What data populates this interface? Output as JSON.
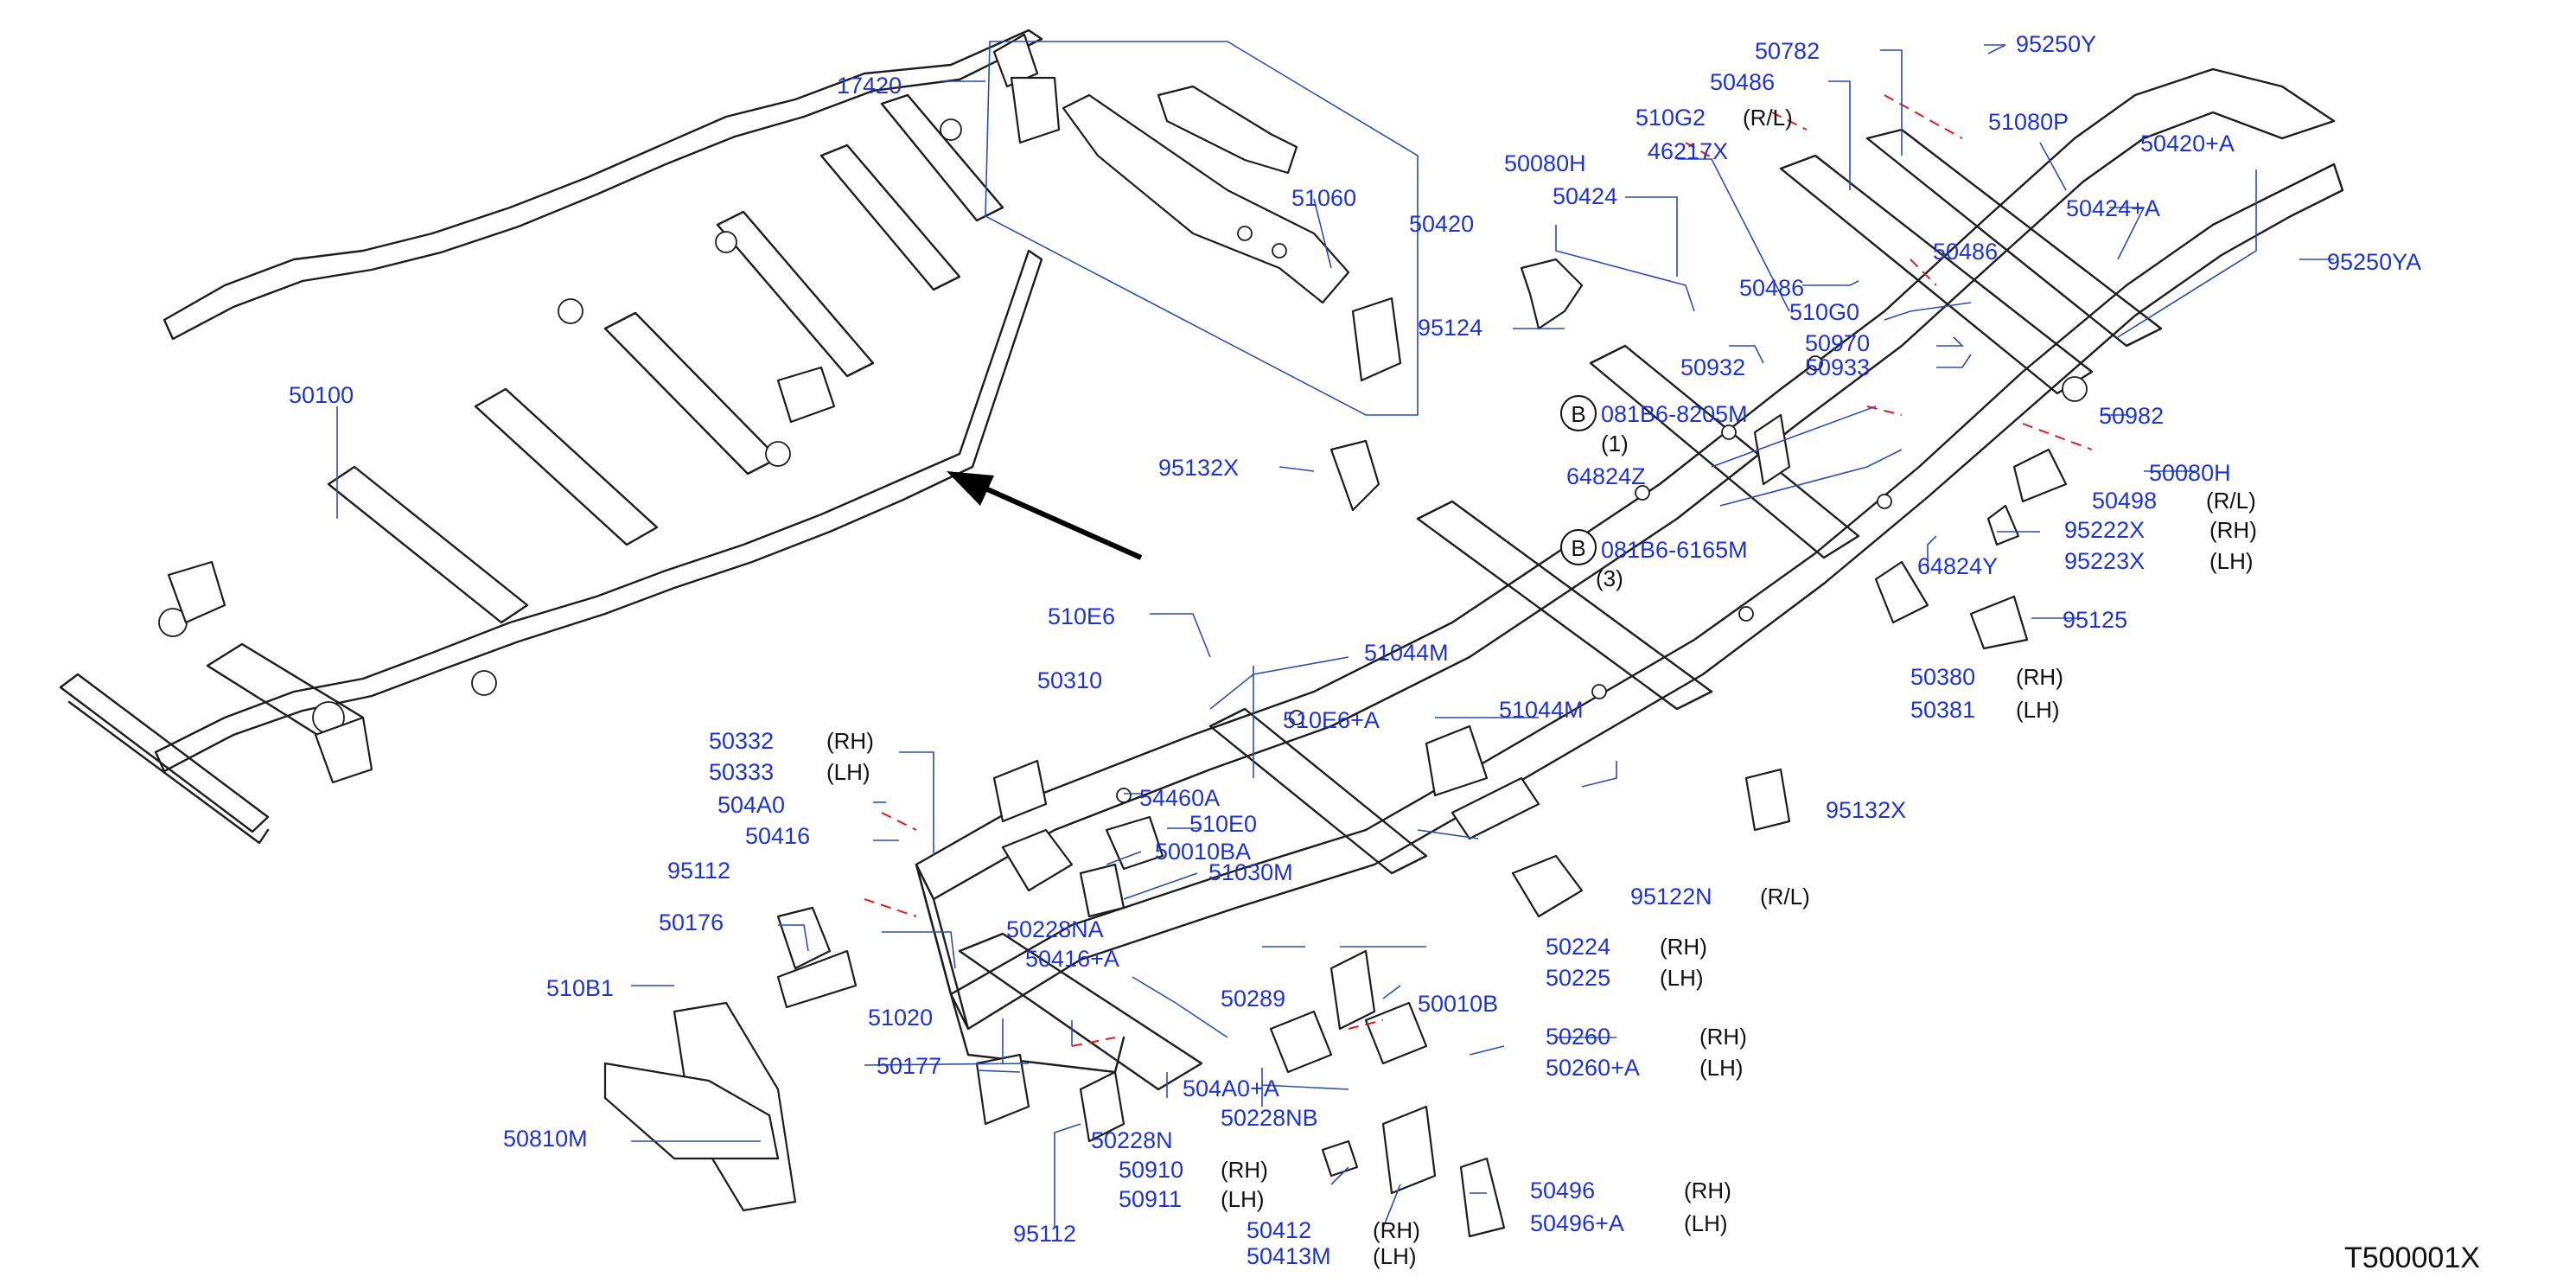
{
  "diagram": {
    "code": "T500001X",
    "callout_letter": "B",
    "parts": [
      {
        "id": "p50782",
        "number": "50782"
      },
      {
        "id": "p95250Y",
        "number": "95250Y"
      },
      {
        "id": "p50486a",
        "number": "50486"
      },
      {
        "id": "p510G2",
        "number": "510G2"
      },
      {
        "id": "p51080P",
        "number": "51080P"
      },
      {
        "id": "p17420",
        "number": "17420"
      },
      {
        "id": "p46217X",
        "number": "46217X"
      },
      {
        "id": "p50420A",
        "number": "50420+A"
      },
      {
        "id": "p50080Ha",
        "number": "50080H"
      },
      {
        "id": "p50424",
        "number": "50424"
      },
      {
        "id": "p50424A",
        "number": "50424+A"
      },
      {
        "id": "p50420",
        "number": "50420"
      },
      {
        "id": "p51060",
        "number": "51060"
      },
      {
        "id": "p50486b",
        "number": "50486"
      },
      {
        "id": "p95250YA",
        "number": "95250YA"
      },
      {
        "id": "p50486c",
        "number": "50486"
      },
      {
        "id": "p510G0",
        "number": "510G0"
      },
      {
        "id": "p95124",
        "number": "95124"
      },
      {
        "id": "p50970",
        "number": "50970"
      },
      {
        "id": "p50932",
        "number": "50932"
      },
      {
        "id": "p50933",
        "number": "50933"
      },
      {
        "id": "p50100",
        "number": "50100"
      },
      {
        "id": "p081B6_8205M",
        "number": "081B6-8205M"
      },
      {
        "id": "p50982",
        "number": "50982"
      },
      {
        "id": "p95132Xa",
        "number": "95132X"
      },
      {
        "id": "p64824Z",
        "number": "64824Z"
      },
      {
        "id": "p50080Hb",
        "number": "50080H"
      },
      {
        "id": "p50498",
        "number": "50498"
      },
      {
        "id": "p95222X",
        "number": "95222X"
      },
      {
        "id": "p081B6_6165M",
        "number": "081B6-6165M"
      },
      {
        "id": "p95223X",
        "number": "95223X"
      },
      {
        "id": "p64824Y",
        "number": "64824Y"
      },
      {
        "id": "p510E6",
        "number": "510E6"
      },
      {
        "id": "p95125",
        "number": "95125"
      },
      {
        "id": "p51044Ma",
        "number": "51044M"
      },
      {
        "id": "p50380",
        "number": "50380"
      },
      {
        "id": "p50310",
        "number": "50310"
      },
      {
        "id": "p50381",
        "number": "50381"
      },
      {
        "id": "p510E6A",
        "number": "510E6+A"
      },
      {
        "id": "p51044Mb",
        "number": "51044M"
      },
      {
        "id": "p50332",
        "number": "50332"
      },
      {
        "id": "p50333",
        "number": "50333"
      },
      {
        "id": "p54460A",
        "number": "54460A"
      },
      {
        "id": "p95132Xb",
        "number": "95132X"
      },
      {
        "id": "p504A0",
        "number": "504A0"
      },
      {
        "id": "p510E0",
        "number": "510E0"
      },
      {
        "id": "p50416",
        "number": "50416"
      },
      {
        "id": "p50010BA",
        "number": "50010BA"
      },
      {
        "id": "p95112a",
        "number": "95112"
      },
      {
        "id": "p51030M",
        "number": "51030M"
      },
      {
        "id": "p95122N",
        "number": "95122N"
      },
      {
        "id": "p50228NA",
        "number": "50228NA"
      },
      {
        "id": "p50176",
        "number": "50176"
      },
      {
        "id": "p50224",
        "number": "50224"
      },
      {
        "id": "p50416A",
        "number": "50416+A"
      },
      {
        "id": "p50225",
        "number": "50225"
      },
      {
        "id": "p510B1",
        "number": "510B1"
      },
      {
        "id": "p50289",
        "number": "50289"
      },
      {
        "id": "p50010B",
        "number": "50010B"
      },
      {
        "id": "p51020",
        "number": "51020"
      },
      {
        "id": "p50260",
        "number": "50260"
      },
      {
        "id": "p50177",
        "number": "50177"
      },
      {
        "id": "p50260A",
        "number": "50260+A"
      },
      {
        "id": "p504A0A",
        "number": "504A0+A"
      },
      {
        "id": "p50228NB",
        "number": "50228NB"
      },
      {
        "id": "p50810M",
        "number": "50810M"
      },
      {
        "id": "p50228N",
        "number": "50228N"
      },
      {
        "id": "p50910",
        "number": "50910"
      },
      {
        "id": "p50911",
        "number": "50911"
      },
      {
        "id": "p50496",
        "number": "50496"
      },
      {
        "id": "p50496A",
        "number": "50496+A"
      },
      {
        "id": "p50412",
        "number": "50412"
      },
      {
        "id": "p95112b",
        "number": "95112"
      },
      {
        "id": "p50413M",
        "number": "50413M"
      }
    ],
    "qualifiers": {
      "q510G2": "(R/L)",
      "q081B6_8205M": "(1)",
      "q081B6_6165M": "(3)",
      "q50498": "(R/L)",
      "q95222X": "(RH)",
      "q95223X": "(LH)",
      "q50380": "(RH)",
      "q50381": "(LH)",
      "q50332": "(RH)",
      "q50333": "(LH)",
      "q95122N": "(R/L)",
      "q50224": "(RH)",
      "q50225": "(LH)",
      "q50260": "(RH)",
      "q50260A": "(LH)",
      "q50910": "(RH)",
      "q50911": "(LH)",
      "q50496": "(RH)",
      "q50496A": "(LH)",
      "q50412": "(RH)",
      "q50413M": "(LH)"
    }
  }
}
